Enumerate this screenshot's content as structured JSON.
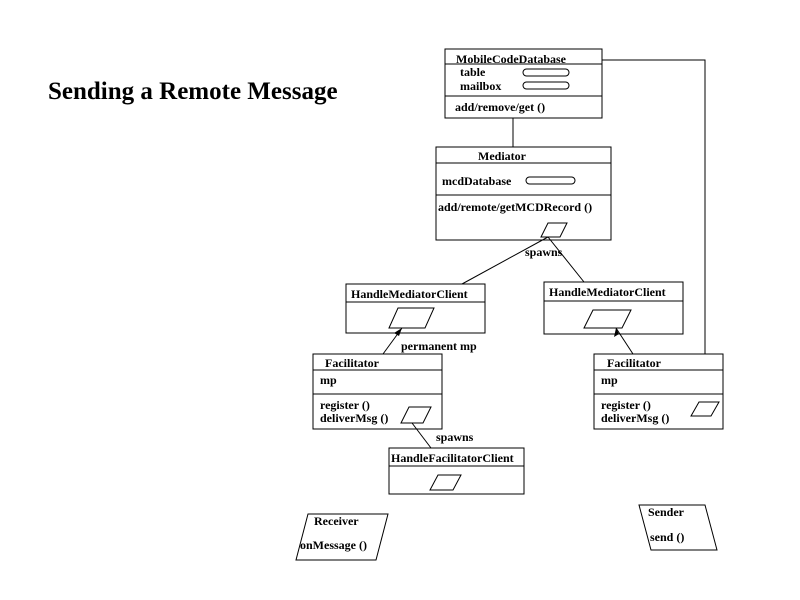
{
  "title": "Sending a Remote Message",
  "mobile_code_database": {
    "name": "MobileCodeDatabase",
    "fields": [
      "table",
      "mailbox"
    ],
    "methods": "add/remove/get ()"
  },
  "mediator": {
    "name": "Mediator",
    "field": "mcdDatabase",
    "methods": "add/remote/getMCDRecord ()"
  },
  "spawns_mediator": "spawns",
  "handle_mediator_client_left": {
    "name": "HandleMediatorClient"
  },
  "handle_mediator_client_right": {
    "name": "HandleMediatorClient"
  },
  "permanent_mp": "permanent mp",
  "facilitator_left": {
    "name": "Facilitator",
    "field": "mp",
    "methods": [
      "register ()",
      "deliverMsg ()"
    ]
  },
  "facilitator_right": {
    "name": "Facilitator",
    "field": "mp",
    "methods": [
      "register ()",
      "deliverMsg ()"
    ]
  },
  "spawns_facilitator": "spawns",
  "handle_facilitator_client": {
    "name": "HandleFacilitatorClient"
  },
  "receiver": {
    "name": "Receiver",
    "method": "onMessage ()"
  },
  "sender": {
    "name": "Sender",
    "method": "send ()"
  }
}
